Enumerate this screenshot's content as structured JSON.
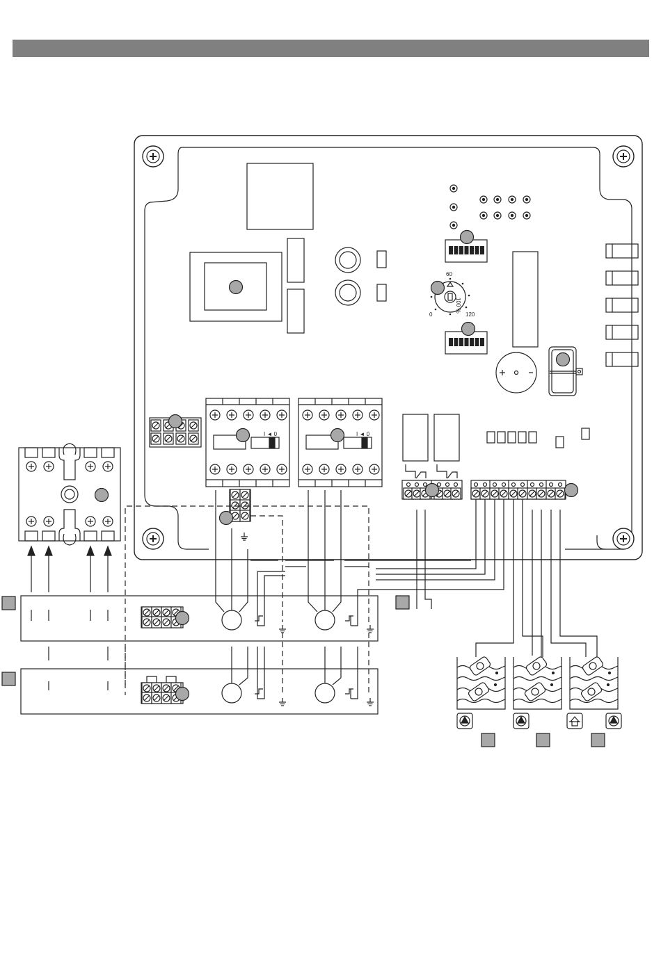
{
  "header": {
    "bar_color": "#808080"
  },
  "colors": {
    "line": "#222222",
    "marker_fill": "#a8a8a8",
    "background": "#ffffff"
  },
  "timer_dial": {
    "label_top": "60",
    "label_left": "0",
    "label_right": "120",
    "label_scale": "100 %"
  },
  "dip_switch": {
    "toggle_label": "I ◄ 0"
  },
  "icons": {
    "pump": "pump-triangle-icon",
    "level_switch": "float-switch-icon",
    "ground": "ground-icon",
    "screw": "screw-cross-icon"
  }
}
